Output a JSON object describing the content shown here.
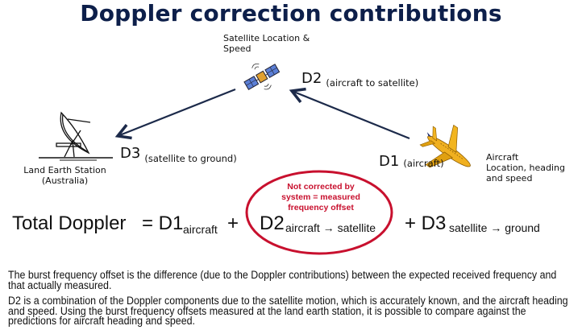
{
  "title": "Doppler correction contributions",
  "satellite": {
    "label_line1": "Satellite Location &",
    "label_line2": "Speed",
    "icon": "satellite-icon"
  },
  "d2": {
    "name": "D2",
    "desc": "(aircraft to satellite)"
  },
  "d3": {
    "name": "D3",
    "desc": "(satellite  to ground)"
  },
  "d1": {
    "name": "D1",
    "desc": "(aircraft)"
  },
  "station": {
    "label_line1": "Land Earth Station",
    "label_line2": "(Australia)",
    "icon": "satellite-dish-icon"
  },
  "aircraft": {
    "label_line1": "Aircraft",
    "label_line2": "Location, heading",
    "label_line3": "and speed",
    "icon": "airplane-icon"
  },
  "callout": {
    "line1": "Not corrected by",
    "line2": "system = measured",
    "line3": "frequency offset",
    "color": "#c8102e"
  },
  "equation": {
    "lhs": "Total Doppler",
    "eq_d1": "= D1",
    "sub_d1": "aircraft",
    "plus1": "+",
    "d2": "D2",
    "sub_d2": "aircraft → satellite",
    "plus_d3": "+ D3",
    "sub_d3": "satellite → ground"
  },
  "paragraphs": [
    "The burst frequency offset is the difference (due to the Doppler contributions) between the expected received frequency and that actually measured.",
    "D2 is a combination of the Doppler components  due to the satellite motion, which is accurately known, and the aircraft heading and speed. Using the burst frequency offsets measured at the land earth station, it is possible to compare against the predictions for aircraft heading and speed."
  ],
  "colors": {
    "title": "#0d1f4a",
    "arrow": "#1c2a4a",
    "ellipse": "#c8102e"
  }
}
